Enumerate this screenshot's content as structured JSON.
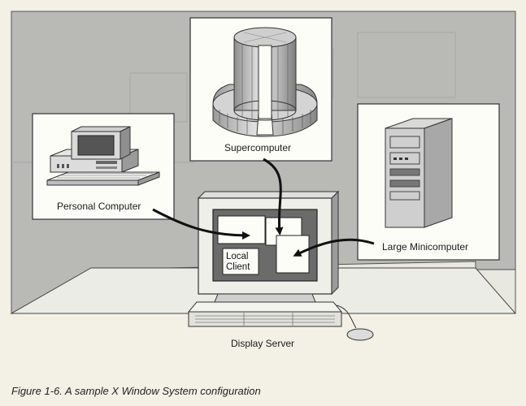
{
  "labels": {
    "supercomputer": "Supercomputer",
    "personal_computer": "Personal Computer",
    "large_minicomputer": "Large Minicomputer",
    "display_server": "Display Server",
    "local_client_line1": "Local",
    "local_client_line2": "Client"
  },
  "caption": "Figure 1-6.  A sample X Window System configuration",
  "colors": {
    "background": "#f3f1e6",
    "wall": "#b9b9b6",
    "floor": "#e8e8e0",
    "panel": "#fdfdf8",
    "screen": "#6b6b6b",
    "arrow": "#111111"
  }
}
